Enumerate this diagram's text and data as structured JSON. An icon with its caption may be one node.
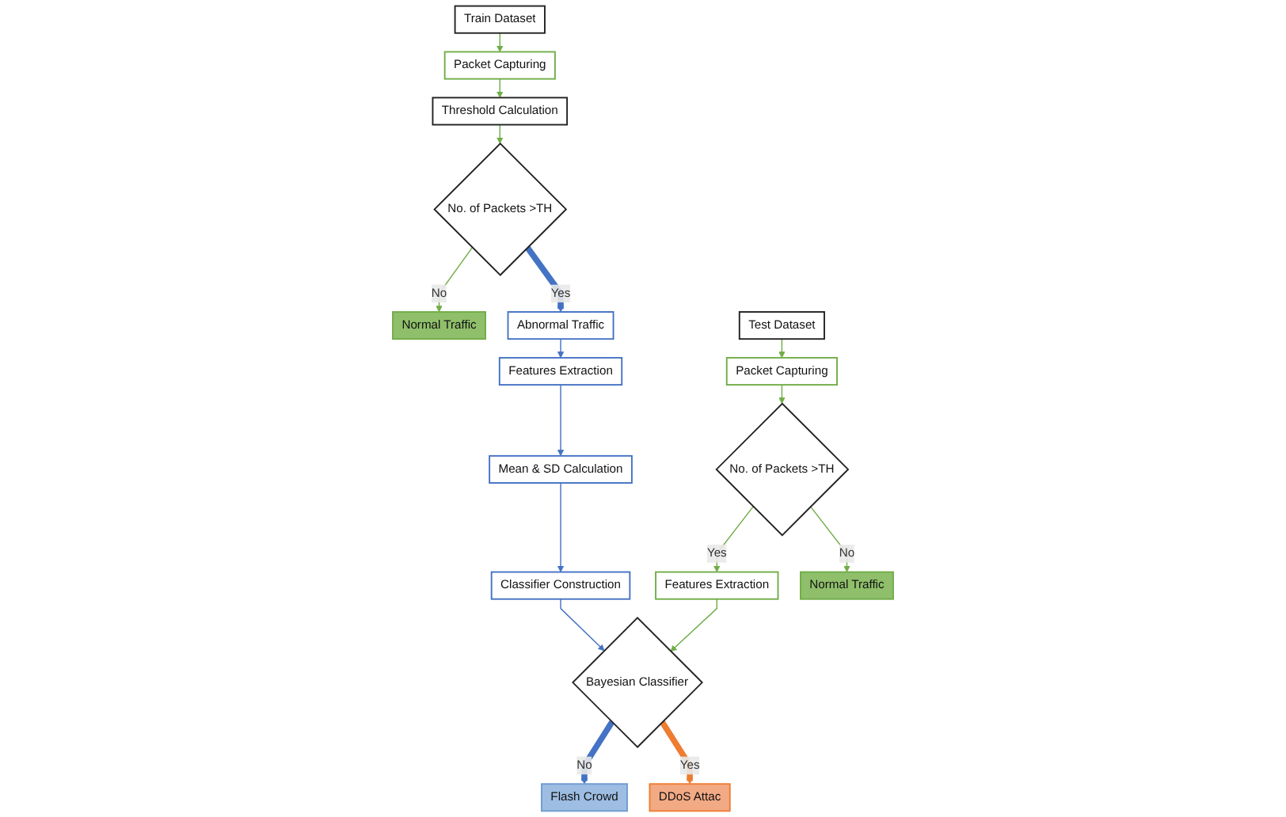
{
  "diagram": {
    "nodes": [
      {
        "text": [
          "Train Dataset"
        ]
      },
      {
        "text": [
          "Packet Capturing"
        ]
      },
      {
        "text": [
          "Threshold Calculation"
        ]
      },
      {
        "text": [
          "No. of Packets >TH"
        ]
      },
      {
        "text": [
          "Normal Traffic"
        ]
      },
      {
        "text": [
          "Abnormal Traffic"
        ]
      },
      {
        "text": [
          "Features Extraction"
        ]
      },
      {
        "text": [
          "Mean & SD Calculation"
        ]
      },
      {
        "text": [
          "Classifier Construction"
        ]
      },
      {
        "text": [
          "Bayesian Classifier"
        ]
      },
      {
        "text": [
          "Flash Crowd"
        ]
      },
      {
        "text": [
          "DDoS Attac"
        ]
      },
      {
        "text": [
          "Test Dataset"
        ]
      },
      {
        "text": [
          "Packet Capturing"
        ]
      },
      {
        "text": [
          "No. of Packets >TH"
        ]
      },
      {
        "text": [
          "Features Extraction"
        ]
      },
      {
        "text": [
          "Normal Traffic"
        ]
      }
    ],
    "edges": [
      {
        "from": 0,
        "to": 1,
        "arrow": "to"
      },
      {
        "from": 1,
        "to": 2,
        "arrow": "to"
      },
      {
        "from": 2,
        "to": 3,
        "arrow": "to"
      },
      {
        "from": 3,
        "to": 4,
        "arrow": "to",
        "label": "No"
      },
      {
        "from": 3,
        "to": 5,
        "arrow": "to",
        "label": "Yes",
        "style": "thick",
        "color": "#4472c4"
      },
      {
        "from": 5,
        "to": 6,
        "arrow": "to",
        "color": "#4472c4"
      },
      {
        "from": 6,
        "to": 7,
        "arrow": "to",
        "color": "#4472c4"
      },
      {
        "from": 7,
        "to": 8,
        "arrow": "to",
        "color": "#4472c4"
      },
      {
        "from": 8,
        "to": 9,
        "arrow": "to",
        "color": "#4472c4"
      },
      {
        "from": 9,
        "to": 10,
        "arrow": "to",
        "label": "No",
        "style": "thick",
        "color": "#4472c4"
      },
      {
        "from": 9,
        "to": 11,
        "arrow": "to",
        "label": "Yes",
        "style": "thick",
        "color": "#ed7d31"
      },
      {
        "from": 12,
        "to": 13,
        "arrow": "to"
      },
      {
        "from": 13,
        "to": 14,
        "arrow": "to"
      },
      {
        "from": 14,
        "to": 15,
        "arrow": "to",
        "label": "Yes"
      },
      {
        "from": 14,
        "to": 16,
        "arrow": "to",
        "label": "No"
      },
      {
        "from": 15,
        "to": 9,
        "arrow": "to"
      }
    ]
  }
}
